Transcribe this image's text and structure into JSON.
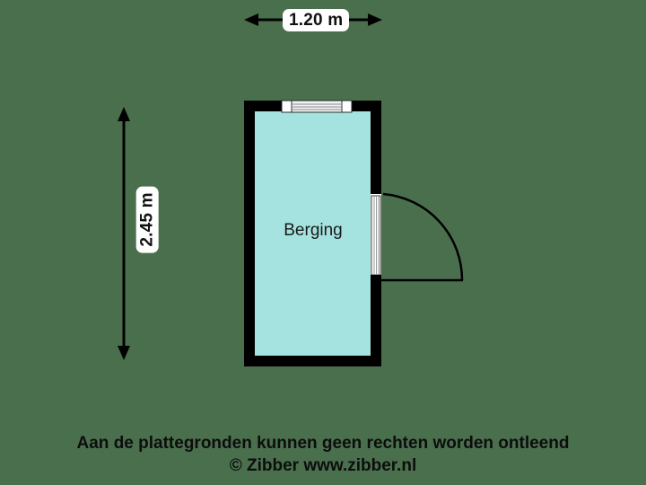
{
  "plan": {
    "background_color": "#4a6f4d",
    "wall_color": "#000000",
    "room_fill_color": "#a5e3e0",
    "window_color": "#ffffff",
    "door_color": "#ffffff"
  },
  "dimensions": {
    "top": {
      "value": "1.20 m",
      "orientation": "horizontal"
    },
    "left": {
      "value": "2.45 m",
      "orientation": "vertical"
    }
  },
  "rooms": [
    {
      "label": "Berging"
    }
  ],
  "features": {
    "window_name": "window-top",
    "door_name": "door-right",
    "door_swing": "quarter-arc-outward"
  },
  "footer": {
    "line1": "Aan de plattegronden kunnen geen rechten worden ontleend",
    "line2": "© Zibber www.zibber.nl"
  }
}
